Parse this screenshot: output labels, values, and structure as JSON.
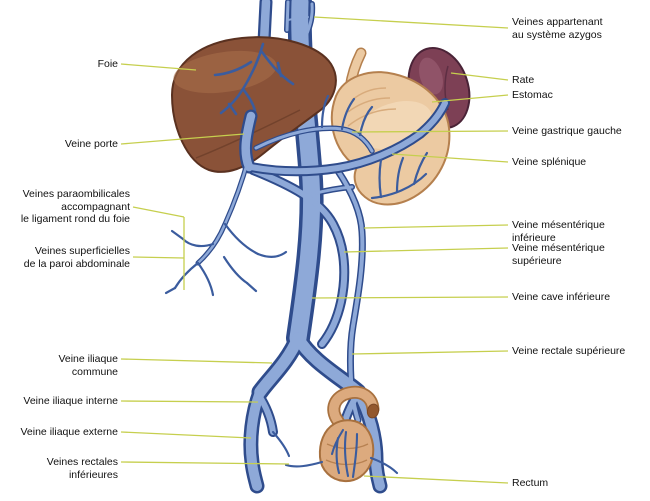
{
  "figure": {
    "kind": "anatomical-diagram"
  },
  "labels": {
    "left": [
      {
        "id": "foie",
        "text": "Foie"
      },
      {
        "id": "veine-porte",
        "text": "Veine porte"
      },
      {
        "id": "veines-paraombilicales",
        "text": "Veines paraombilicales\naccompagnant\nle ligament rond du foie"
      },
      {
        "id": "veines-superficielles",
        "text": "Veines superficielles\nde la paroi abdominale"
      },
      {
        "id": "veine-iliaque-commune",
        "text": "Veine iliaque commune"
      },
      {
        "id": "veine-iliaque-interne",
        "text": "Veine iliaque interne"
      },
      {
        "id": "veine-iliaque-externe",
        "text": "Veine iliaque externe"
      },
      {
        "id": "veines-rectales-inferieures",
        "text": "Veines rectales inférieures"
      }
    ],
    "right": [
      {
        "id": "systeme-azygos",
        "text": "Veines appartenant\nau système azygos"
      },
      {
        "id": "rate",
        "text": "Rate"
      },
      {
        "id": "estomac",
        "text": "Estomac"
      },
      {
        "id": "veine-gastrique-gauche",
        "text": "Veine gastrique gauche"
      },
      {
        "id": "veine-splenique",
        "text": "Veine splénique"
      },
      {
        "id": "veine-mesenterique-inferieure",
        "text": "Veine mésentérique inférieure"
      },
      {
        "id": "veine-mesenterique-superieure",
        "text": "Veine mésentérique supérieure"
      },
      {
        "id": "veine-cave-inferieure",
        "text": "Veine cave inférieure"
      },
      {
        "id": "veine-rectale-superieure",
        "text": "Veine rectale supérieure"
      },
      {
        "id": "rectum",
        "text": "Rectum"
      }
    ]
  },
  "colors": {
    "vein_dark": "#2f4c8c",
    "vein_light": "#8ea9d8",
    "vein_hair": "#3b5c9e",
    "liver": "#8a5238",
    "liver_highlight": "#a96f4a",
    "spleen": "#7d4055",
    "stomach": "#eccaa2",
    "stomach_line": "#b5804e",
    "rectum": "#dcaa7e",
    "rectum_line": "#a8713f",
    "leader": "#c6cf4e"
  }
}
